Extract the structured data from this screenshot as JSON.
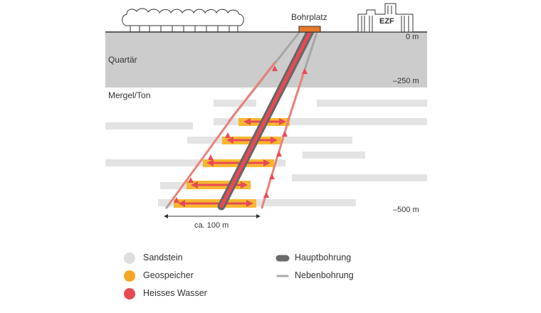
{
  "labels": {
    "site": "Bohrplatz",
    "building": "EZF",
    "layer_quaternary": "Quartär",
    "layer_marl": "Mergel/Ton",
    "depth_0": "0 m",
    "depth_250": "–250 m",
    "depth_500": "–500 m",
    "width": "ca. 100 m"
  },
  "legend": [
    {
      "key": "sandstone",
      "label": "Sandstein",
      "color": "#dededc",
      "shape": "dot"
    },
    {
      "key": "geostore",
      "label": "Geospeicher",
      "color": "#f5a623",
      "shape": "dot"
    },
    {
      "key": "hotwater",
      "label": "Heisses Wasser",
      "color": "#e84a55",
      "shape": "dot"
    },
    {
      "key": "main_bore",
      "label": "Hauptbohrung",
      "color": "#6b6b6b",
      "shape": "pill"
    },
    {
      "key": "side_bore",
      "label": "Nebenbohrung",
      "color": "#a9a9a9",
      "shape": "line"
    }
  ],
  "colors": {
    "quaternary": "#cccccc",
    "sandstone": "#e3e3e3",
    "geostore": "#f7b731",
    "hotwater": "#e84a55",
    "main_bore": "#666666",
    "side_bore": "#a6a6a6",
    "site_pad": "#e8792b",
    "ground": "#333333"
  }
}
